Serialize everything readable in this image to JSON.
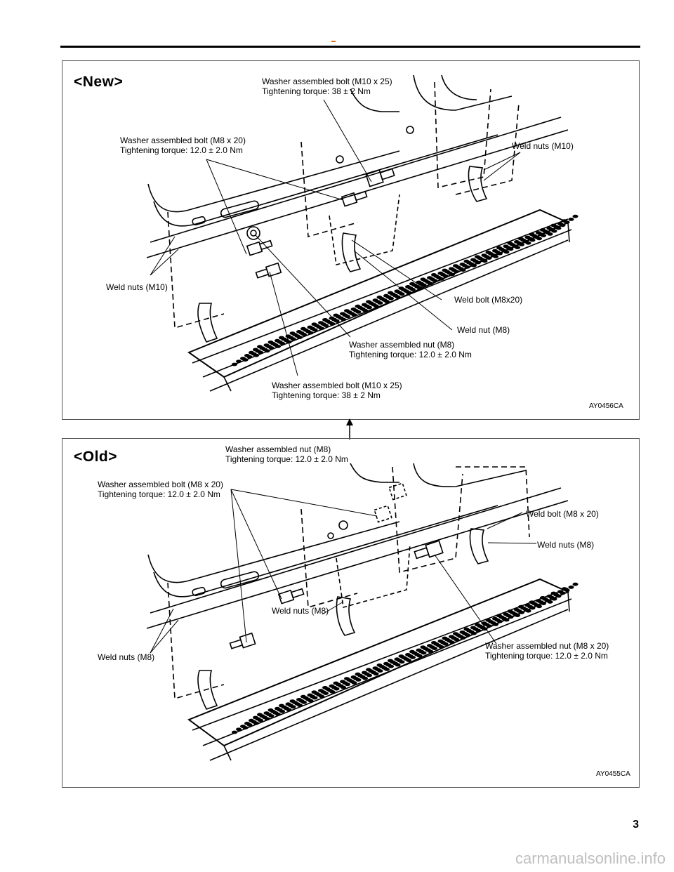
{
  "new": {
    "heading": "<New>",
    "code": "AY0456CA",
    "labels": {
      "bolt_m10_top": [
        "Washer assembled bolt (M10 x 25)",
        "Tightening torque: 38 ± 2 Nm"
      ],
      "bolt_m8": [
        "Washer assembled bolt (M8 x 20)",
        "Tightening torque: 12.0 ± 2.0 Nm"
      ],
      "weld_nuts_m10_right": "Weld nuts (M10)",
      "weld_nuts_m10_left": "Weld nuts (M10)",
      "weld_bolt": "Weld bolt (M8x20)",
      "weld_nut": "Weld nut (M8)",
      "washer_nut": [
        "Washer assembled nut (M8)",
        "Tightening torque: 12.0 ± 2.0 Nm"
      ],
      "bolt_m10_bottom": [
        "Washer assembled bolt (M10 x 25)",
        "Tightening torque: 38 ± 2 Nm"
      ]
    }
  },
  "old": {
    "heading": "<Old>",
    "code": "AY0455CA",
    "labels": {
      "washer_nut_top": [
        "Washer assembled nut (M8)",
        "Tightening torque: 12.0 ± 2.0 Nm"
      ],
      "bolt_m8": [
        "Washer assembled bolt (M8 x 20)",
        "Tightening torque: 12.0 ± 2.0 Nm"
      ],
      "weld_bolt": "Weld bolt (M8 x  20)",
      "weld_nuts_right": "Weld nuts (M8)",
      "weld_nuts_mid": "Weld nuts (M8)",
      "weld_nuts_left": "Weld nuts (M8)",
      "washer_nut_right": [
        "Washer assembled nut (M8 x  20)",
        "Tightening torque: 12.0 ± 2.0 Nm"
      ]
    }
  },
  "page_number": "3",
  "watermark": "carmanualsonline.info"
}
